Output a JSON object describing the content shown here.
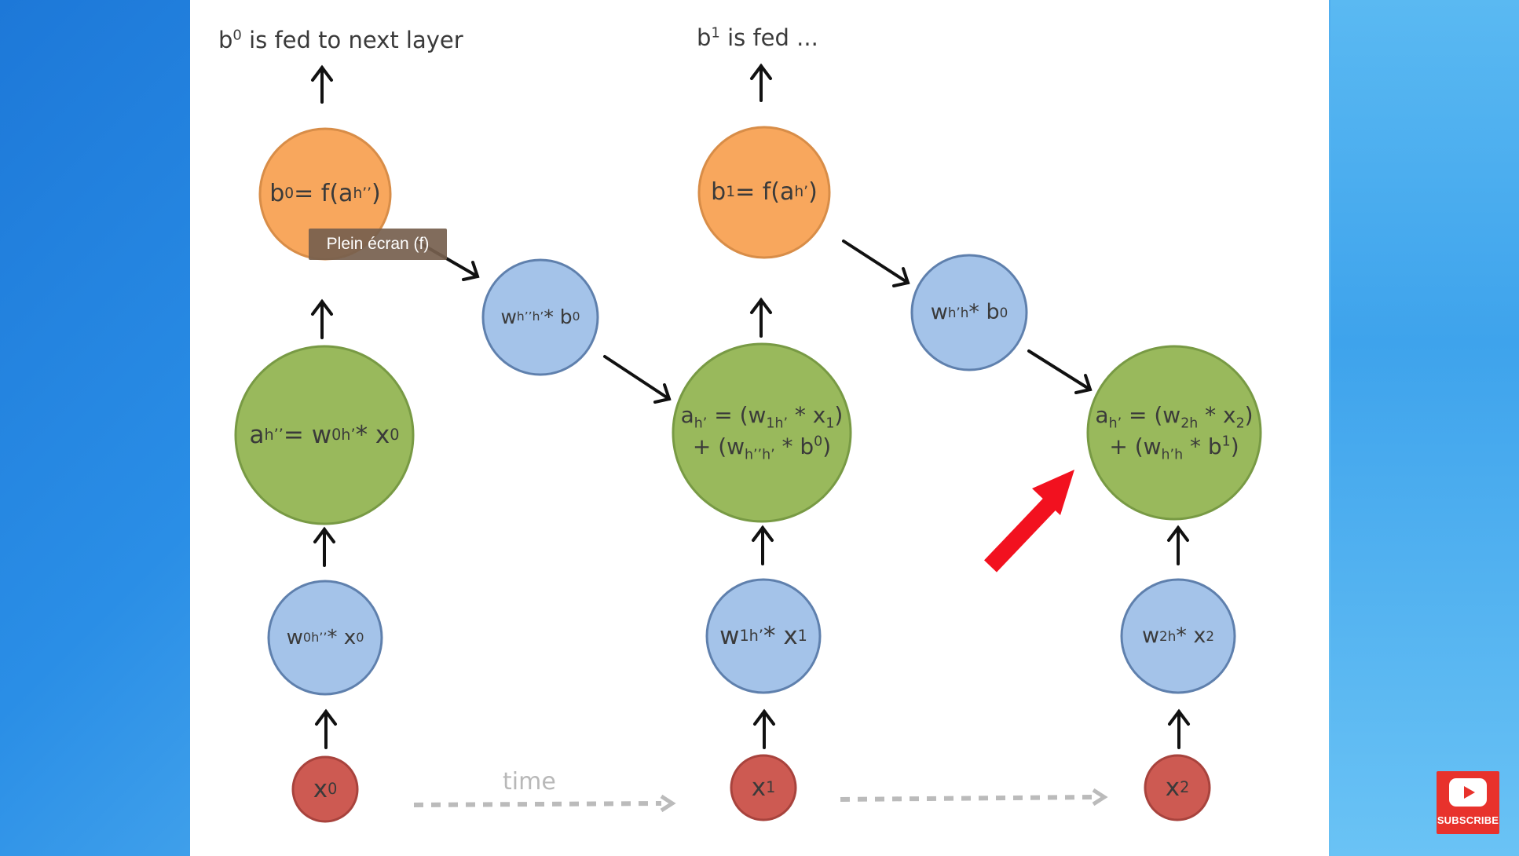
{
  "captions": {
    "top_left": {
      "base": "b",
      "sup": "0",
      "rest": " is fed to next layer"
    },
    "top_mid": {
      "base": "b",
      "sup": "1",
      "rest": " is fed ..."
    },
    "time": "time"
  },
  "nodes": {
    "out0": {
      "pre": "b",
      "sup": "0",
      "mid": " = f(a",
      "sub": "h’’",
      "post": ")"
    },
    "out1": {
      "pre": "b",
      "sup": "1",
      "mid": " = f(a",
      "sub": "h’",
      "post": ")"
    },
    "rec0": {
      "a": "w",
      "a_sub": "h’’h’",
      "b": " * b",
      "b_sup": "0"
    },
    "rec1": {
      "a": "w",
      "a_sub": "h’h",
      "b": " * b",
      "b_sup": "0"
    },
    "hid0": {
      "a": "a",
      "a_sub": "h’’",
      "b": " = w",
      "b_sub": "0h’",
      "c": "* x",
      "c_sub": "0"
    },
    "hid1": {
      "l1a": "a",
      "l1a_sub": "h’",
      "l1b": " = (w",
      "l1b_sub": "1h’",
      "l1c": " * x",
      "l1c_sub": "1",
      "l1d": ")",
      "l2a": "+ (w",
      "l2a_sub": "h’’h’",
      "l2b": " * b",
      "l2b_sup": "0",
      "l2c": ")"
    },
    "hid2": {
      "l1a": "a",
      "l1a_sub": "h’",
      "l1b": " = (w",
      "l1b_sub": "2h",
      "l1c": " * x",
      "l1c_sub": "2",
      "l1d": ")",
      "l2a": "+ (w",
      "l2a_sub": "h’h",
      "l2b": " * b",
      "l2b_sup": "1",
      "l2c": ")"
    },
    "in0": {
      "a": "w",
      "a_sub": "0h’’",
      "b": " * x",
      "b_sub": "0"
    },
    "in1": {
      "a": "w",
      "a_sub": "1h’",
      "b": " * x",
      "b_sub": "1"
    },
    "in2": {
      "a": "w",
      "a_sub": "2h",
      "b": " * x",
      "b_sub": "2"
    },
    "x0": {
      "a": "x",
      "a_sub": "0"
    },
    "x1": {
      "a": "x",
      "a_sub": "1"
    },
    "x2": {
      "a": "x",
      "a_sub": "2"
    }
  },
  "tooltip": "Plein écran (f)",
  "subscribe_label": "SUBSCRIBE",
  "colors": {
    "orange": "#f8a75d",
    "orange_stroke": "#d88d48",
    "green": "#99b95c",
    "green_stroke": "#789a44",
    "blue": "#a4c3e9",
    "blue_stroke": "#5f80ad",
    "red": "#cd5a52",
    "red_stroke": "#a8433d",
    "arrow": "#111111",
    "highlight_arrow": "#f2111f",
    "time_arrow": "#bbbbbb"
  }
}
